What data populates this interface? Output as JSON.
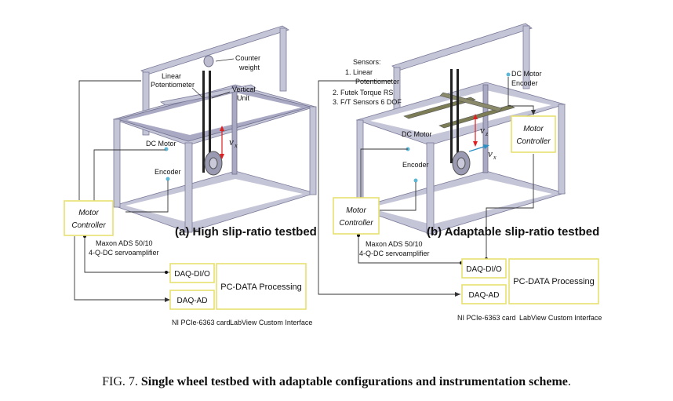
{
  "left_panel": {
    "title": "(a) High slip-ratio testbed",
    "labels": {
      "counter_weight_1": "Counter",
      "counter_weight_2": "weight",
      "linear_pot_1": "Linear",
      "linear_pot_2": "Potentiometer",
      "vertical_unit_1": "Vertical",
      "vertical_unit_2": "Unit",
      "dc_motor": "DC Motor",
      "encoder": "Encoder",
      "vx": "v",
      "vx_sub": "x",
      "amp_1": "Maxon ADS 50/10",
      "amp_2": "4-Q-DC servoamplifier"
    },
    "motor_controller_1": "Motor",
    "motor_controller_2": "Controller",
    "daq_dio": "DAQ-DI/O",
    "daq_ad": "DAQ-AD",
    "pc_processing": "PC-DATA Processing",
    "ni_card": "NI PCIe-6363 card",
    "labview": "LabView Custom Interface"
  },
  "right_panel": {
    "title": "(b) Adaptable slip-ratio testbed",
    "sensors": {
      "heading": "Sensors:",
      "item1_a": "1.   Linear",
      "item1_b": "Potentiometer",
      "item2": "2.  Futek Torque RS",
      "item3": "3.  F/T Sensors 6 DOF"
    },
    "labels": {
      "dc_motor_encoder_1": "DC Motor",
      "dc_motor_encoder_2": "Encoder",
      "dc_motor": "DC Motor",
      "encoder": "Encoder",
      "vz": "v",
      "vz_sub": "z",
      "vx": "v",
      "vx_sub": "x",
      "amp_1": "Maxon ADS 50/10",
      "amp_2": "4-Q-DC servoamplifier"
    },
    "motor_controller_1": "Motor",
    "motor_controller_2": "Controller",
    "motor_controller_top_1": "Motor",
    "motor_controller_top_2": "Controller",
    "daq_dio": "DAQ-DI/O",
    "daq_ad": "DAQ-AD",
    "pc_processing": "PC-DATA Processing",
    "ni_card": "NI PCIe-6363 card",
    "labview": "LabView Custom Interface"
  },
  "caption": {
    "prefix": "FIG. 7.",
    "text": "Single wheel testbed with adaptable configurations and instrumentation scheme",
    "suffix": "."
  }
}
